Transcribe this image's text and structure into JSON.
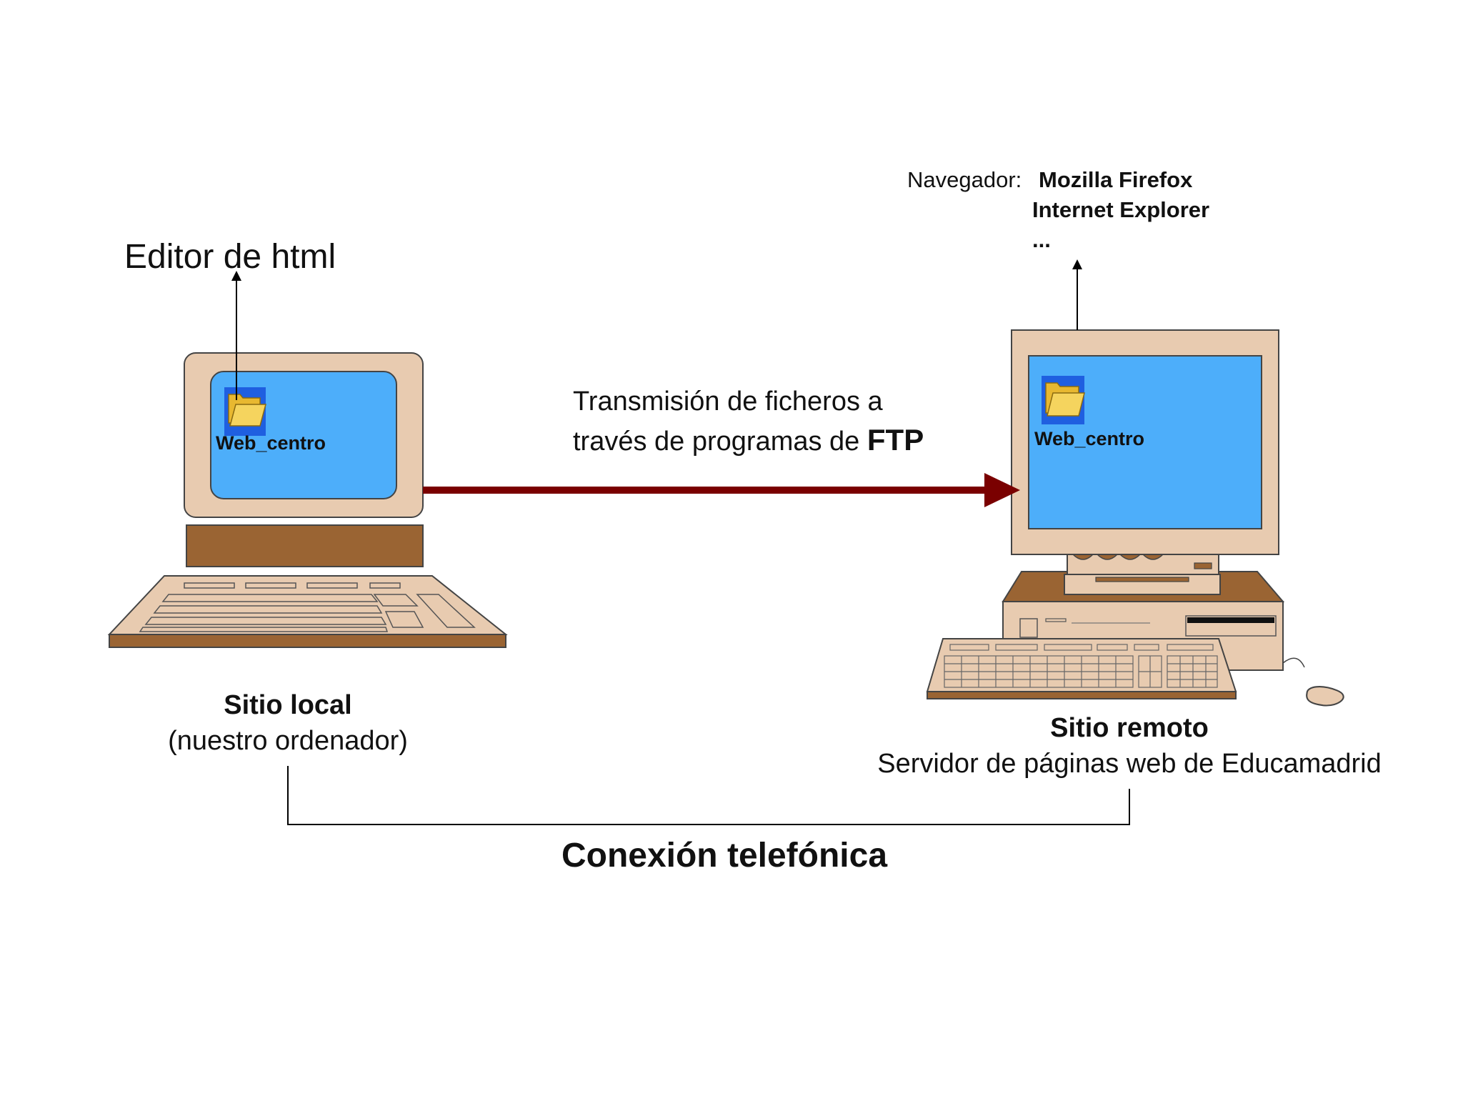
{
  "editor_label": "Editor de html",
  "folder_label": "Web_centro",
  "browser": {
    "prefix": "Navegador:",
    "items": [
      "Mozilla Firefox",
      "Internet Explorer",
      "..."
    ]
  },
  "transfer": {
    "line1": "Transmisión de ficheros a",
    "line2_prefix": "través de programas de",
    "line2_bold": "FTP"
  },
  "local": {
    "title": "Sitio local",
    "subtitle": "(nuestro ordenador)"
  },
  "remote": {
    "title": "Sitio remoto",
    "subtitle": "Servidor de páginas web de Educamadrid"
  },
  "connection_label": "Conexión telefónica",
  "colors": {
    "case_beige": "#e8cbb0",
    "screen_blue": "#4daefa",
    "brown": "#9a6433",
    "arrow_red": "#7a0000",
    "folder_yellow": "#f5d45e"
  }
}
